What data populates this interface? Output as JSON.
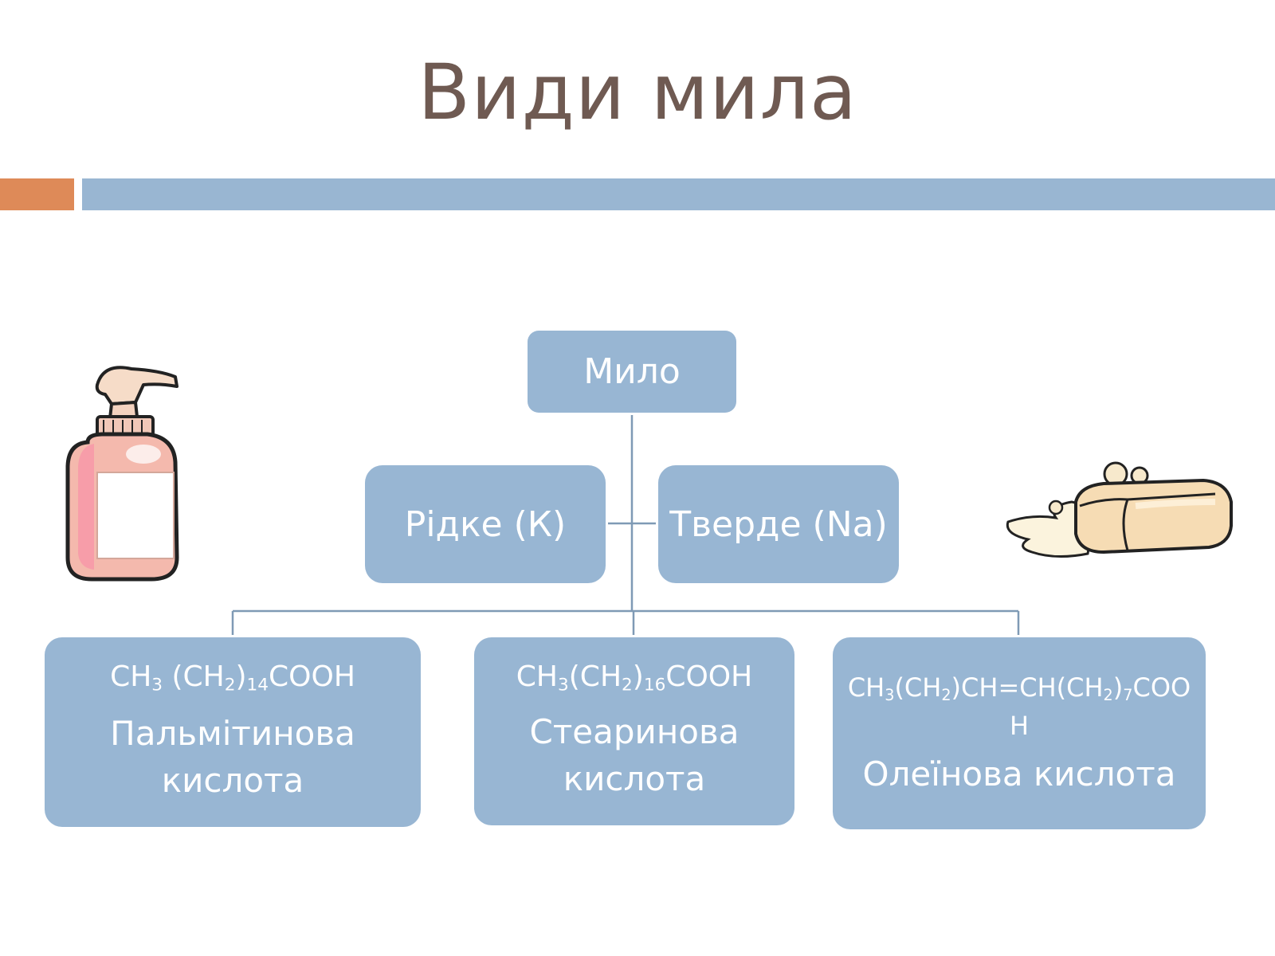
{
  "slide": {
    "title": "Види мила"
  },
  "colors": {
    "title": "#6f5a52",
    "accent": "#de8a58",
    "bar": "#99b6d2",
    "box": "#98b6d3",
    "box_text": "#ffffff",
    "connector": "#7f9ab5"
  },
  "diagram": {
    "root": {
      "label": "Мило"
    },
    "types": [
      {
        "label": "Рідке (К)"
      },
      {
        "label": "Тверде (Nа)"
      }
    ],
    "acids": [
      {
        "formula": {
          "a": "CH",
          "s1": "3",
          "b": " (CH",
          "s2": "2",
          "c": ")",
          "s3": "14",
          "d": "COOH"
        },
        "name": "Пальмітинова кислота"
      },
      {
        "formula": {
          "a": "CH",
          "s1": "3",
          "b": "(CH",
          "s2": "2",
          "c": ")",
          "s3": "16",
          "d": "COOH"
        },
        "name": "Стеаринова кислота"
      },
      {
        "formula": {
          "a": "CH",
          "s1": "3",
          "b": "(CH",
          "s2": "2",
          "c": ")CH=CH(CH",
          "s3": "2",
          "d": ")",
          "s4": "7",
          "e": "COOH"
        },
        "name": "Олеїнова кислота"
      }
    ]
  },
  "illustrations": {
    "left": "liquid-soap-pump-bottle-icon",
    "right": "soap-bar-icon"
  }
}
